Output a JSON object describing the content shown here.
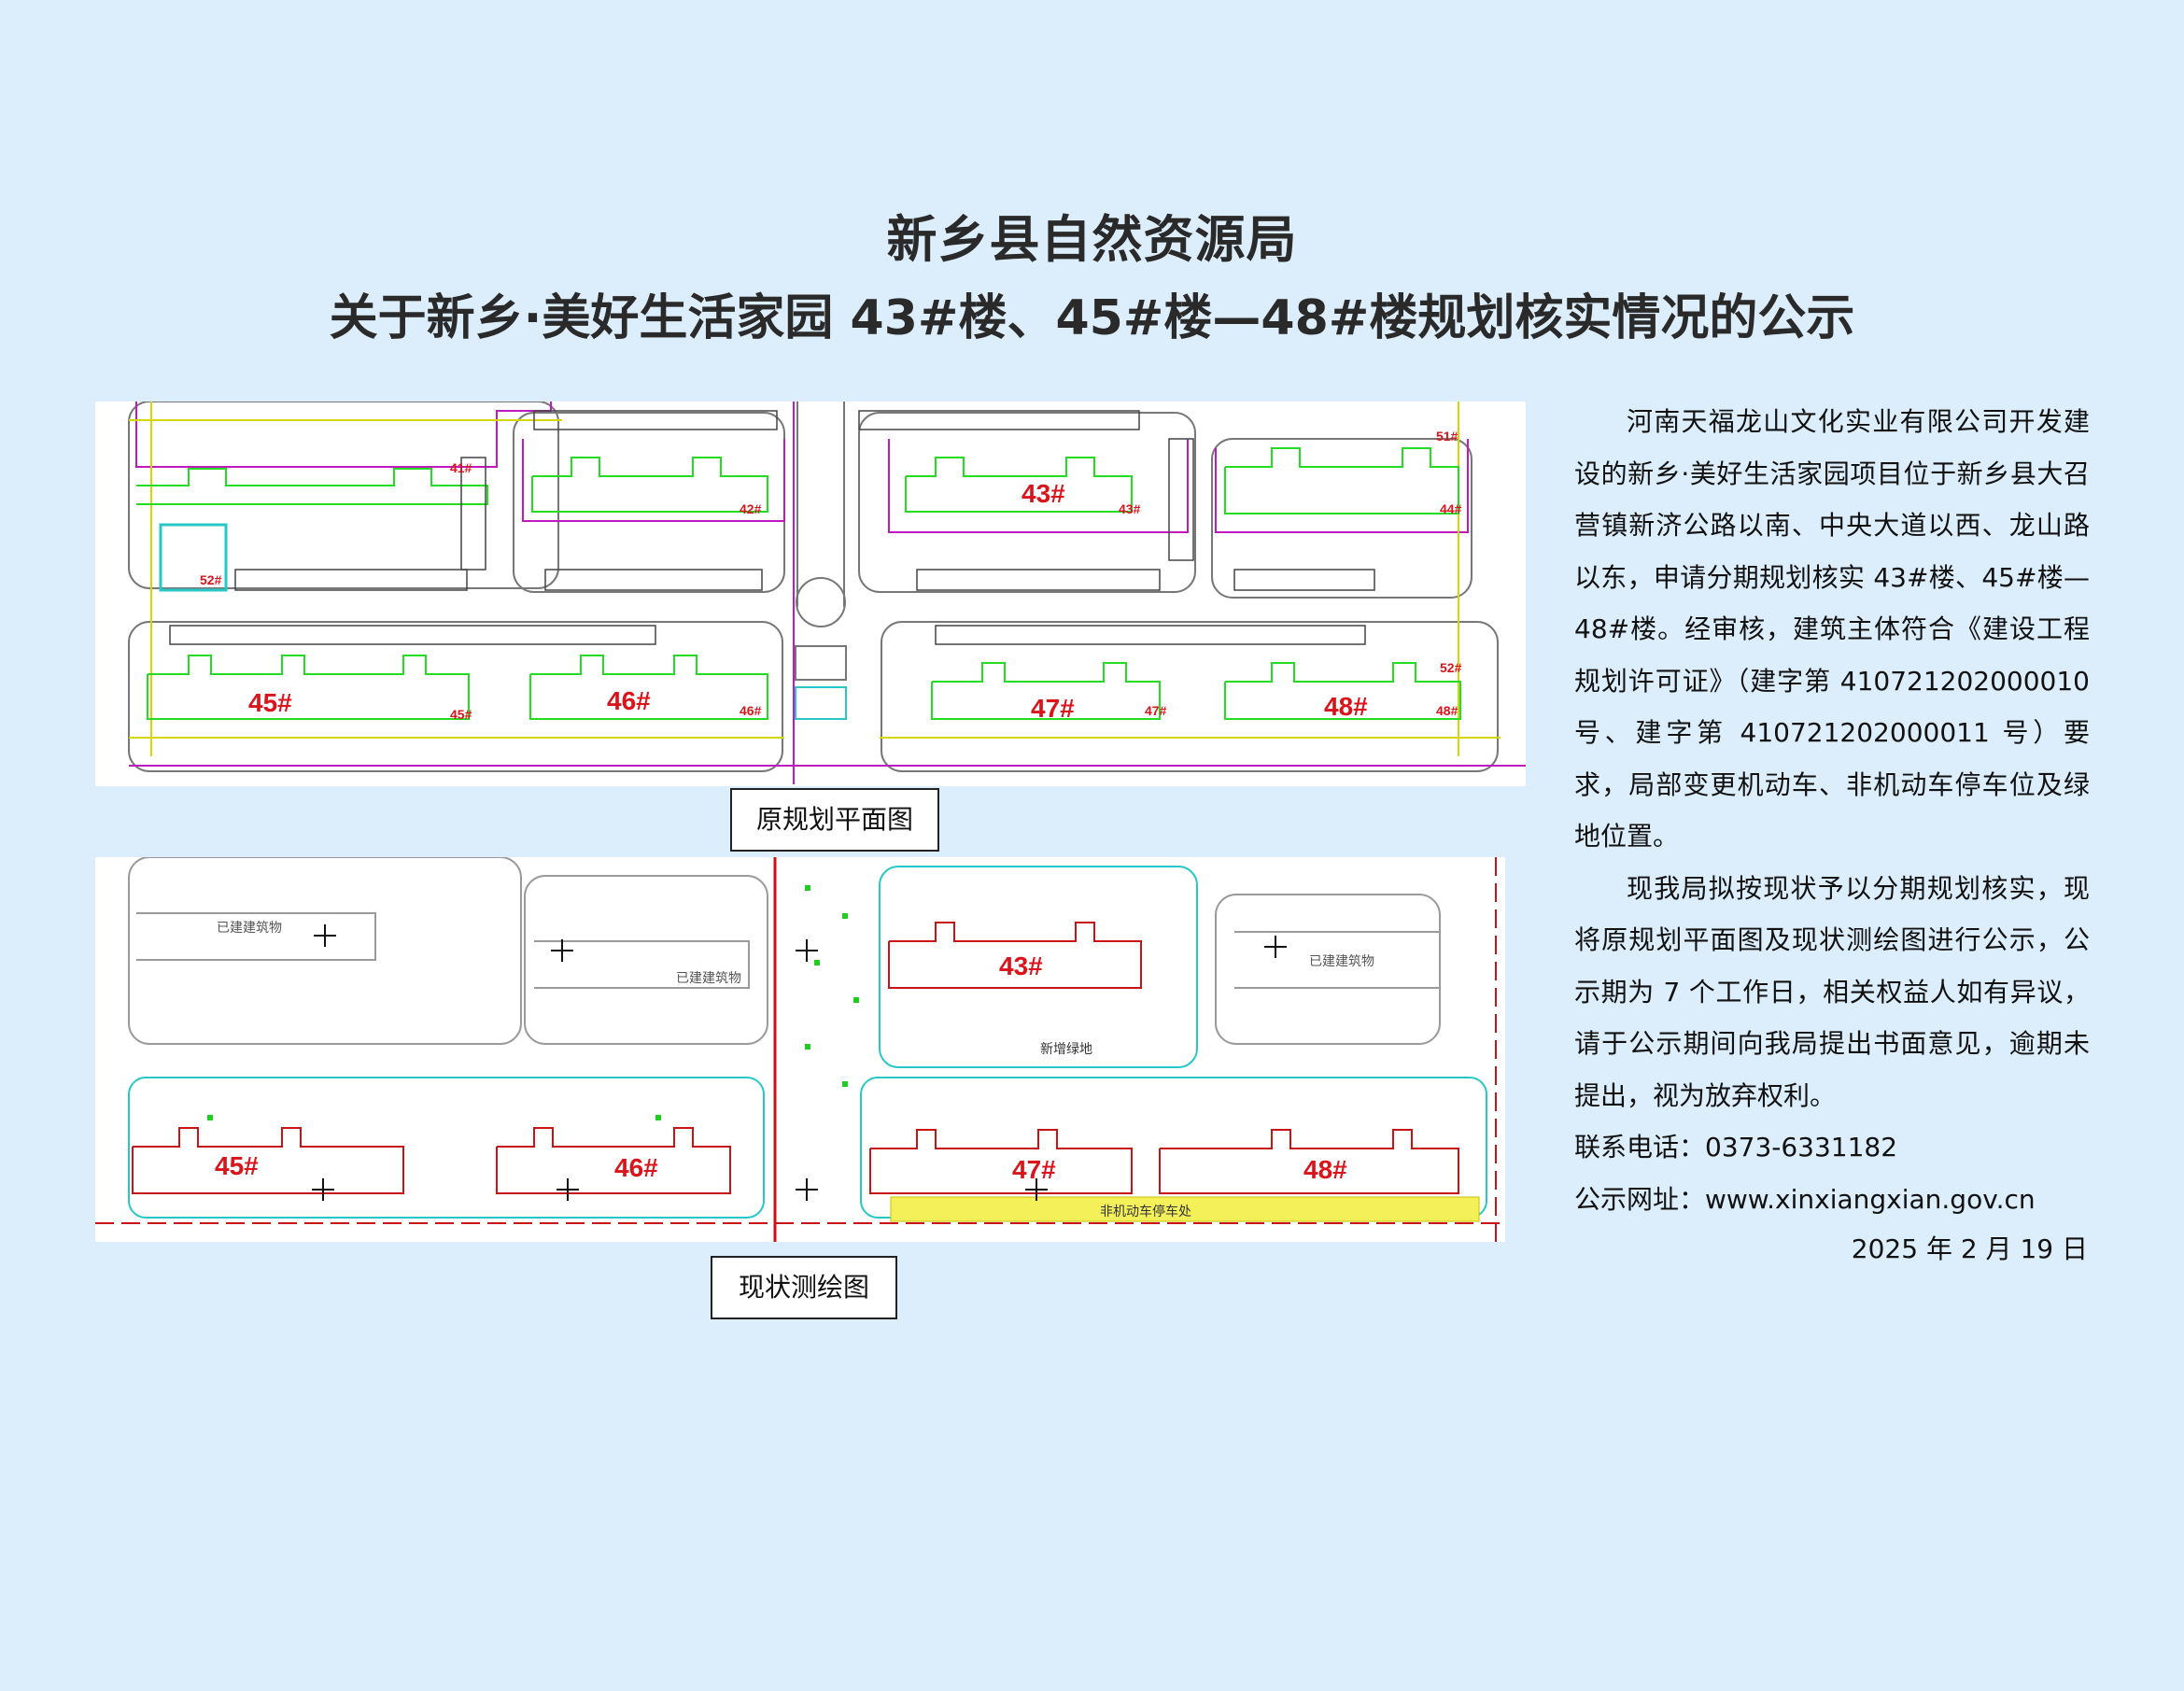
{
  "header": {
    "title": "新乡县自然资源局",
    "subtitle": "关于新乡·美好生活家园 43#楼、45#楼—48#楼规划核实情况的公示"
  },
  "figures": {
    "original_plan": {
      "caption": "原规划平面图",
      "labels": [
        "41#",
        "42#",
        "43#",
        "44#",
        "51#",
        "52#",
        "45#",
        "46#",
        "47#",
        "48#"
      ]
    },
    "survey": {
      "caption": "现状测绘图",
      "labels": [
        "43#",
        "45#",
        "46#",
        "47#",
        "48#"
      ],
      "notes": {
        "existing": "已建建筑物",
        "green": "新增绿地",
        "bike_parking": "非机动车停车处"
      }
    }
  },
  "body": {
    "p1": "河南天福龙山文化实业有限公司开发建设的新乡·美好生活家园项目位于新乡县大召营镇新济公路以南、中央大道以西、龙山路以东，申请分期规划核实 43#楼、45#楼—48#楼。经审核，建筑主体符合《建设工程规划许可证》（建字第 410721202000010 号、建字第 410721202000011 号）要求，局部变更机动车、非机动车停车位及绿地位置。",
    "p2": "现我局拟按现状予以分期规划核实，现将原规划平面图及现状测绘图进行公示，公示期为 7 个工作日，相关权益人如有异议，请于公示期间向我局提出书面意见，逾期未提出，视为放弃权利。",
    "phone": "联系电话：0373-6331182",
    "website": "公示网址：www.xinxiangxian.gov.cn"
  },
  "footer": {
    "date": "2025 年 2 月 19 日"
  },
  "colors": {
    "background": "#dcedfb",
    "building_label": "#d9141b",
    "plan_green": "#22dd22",
    "plan_magenta": "#c019c0",
    "plan_yellow": "#d6d600",
    "survey_red": "#c81414",
    "survey_cyan": "#27c7c7",
    "survey_gray": "#9a9a9a"
  }
}
